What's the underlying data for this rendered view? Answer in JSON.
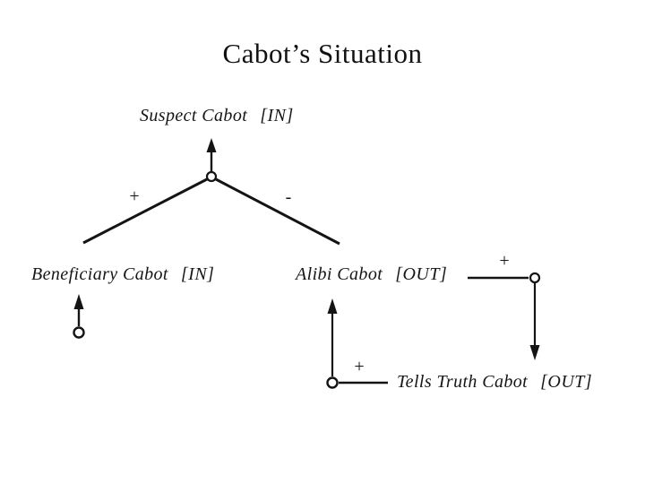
{
  "title": "Cabot’s Situation",
  "colors": {
    "background": "#ffffff",
    "ink": "#141414"
  },
  "diagram": {
    "nodes": {
      "suspect": {
        "name": "Suspect Cabot",
        "status": "[IN]"
      },
      "beneficiary": {
        "name": "Beneficiary Cabot",
        "status": "[IN]"
      },
      "alibi": {
        "name": "Alibi Cabot",
        "status": "[OUT]"
      },
      "tells_truth": {
        "name": "Tells Truth Cabot",
        "status": "[OUT]"
      }
    },
    "link_signs": {
      "beneficiary_to_suspect": "+",
      "alibi_to_suspect": "-",
      "tells_truth_to_alibi": "+",
      "into_tells_truth": "+"
    }
  }
}
